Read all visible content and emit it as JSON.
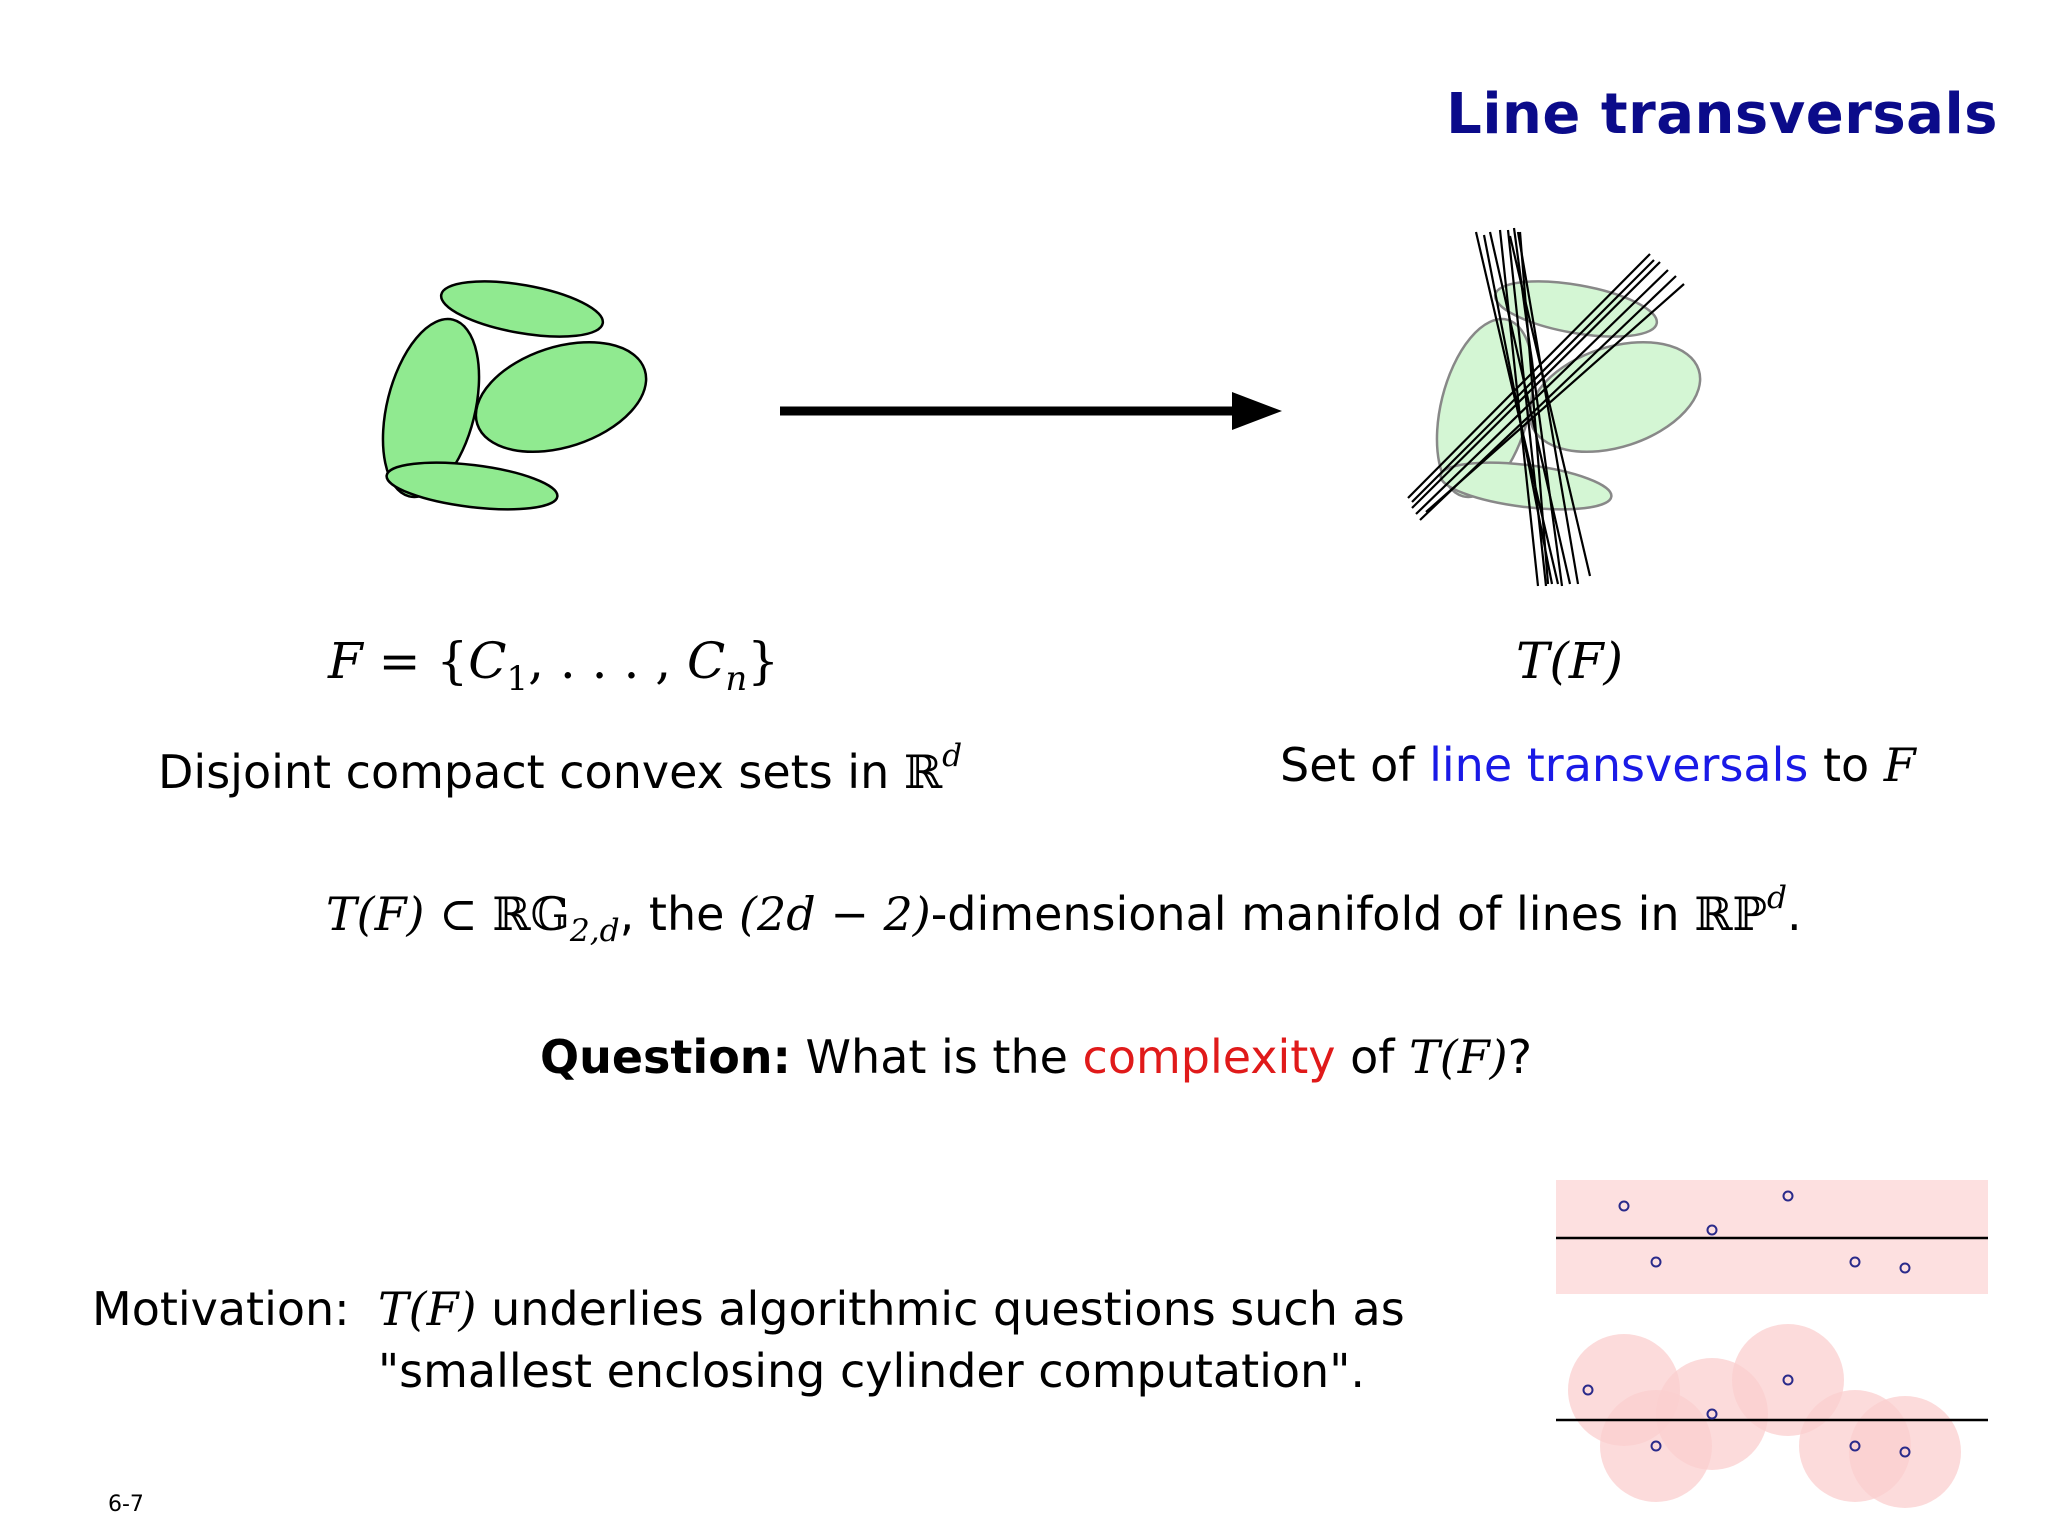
{
  "title": "Line transversals",
  "left_figure": {
    "formula_parts": {
      "F": "F",
      "eq": " = {",
      "C1": "C",
      "one": "1",
      "dots": ", . . . , ",
      "Cn": "C",
      "n": "n",
      "close": "}"
    },
    "caption_text": "Disjoint compact convex sets in ",
    "caption_R": "ℝ",
    "caption_d": "d"
  },
  "right_figure": {
    "formula": "T(F)",
    "caption_prefix": "Set of ",
    "caption_link": "line transversals",
    "caption_suffix": " to ",
    "caption_F": "F"
  },
  "manifold_line": {
    "TF": "T(F)",
    "subset": " ⊂ ",
    "RG": "ℝ𝔾",
    "RG_sub": "2,d",
    "middle": ", the ",
    "dim": "(2d − 2)",
    "rest": "-dimensional manifold of lines in ",
    "RP": "ℝℙ",
    "RP_sup": "d",
    "end": "."
  },
  "question": {
    "label": "Question:",
    "prefix": " What is the ",
    "highlight": "complexity",
    "middle": " of ",
    "TF": "T(F)",
    "end": "?"
  },
  "motivation": {
    "label": "Motivation:",
    "TF": "T(F)",
    "line1_rest": " underlies algorithmic questions such as",
    "line2": "\"smallest enclosing cylinder computation\"."
  },
  "page_number": "6-7",
  "colors": {
    "title": "#0b0b8a",
    "link": "#1a1ae6",
    "highlight": "#e01a1a",
    "set_fill": "#90ea90",
    "set_fill_faded": "#d4f6d4",
    "band_fill": "#fde0e0",
    "disk_fill": "#fbd0d0"
  }
}
